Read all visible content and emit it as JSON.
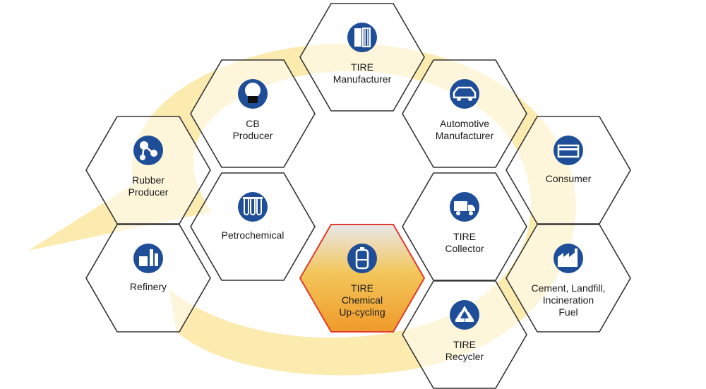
{
  "diagram": {
    "colors": {
      "icon_fill": "#1f4e99",
      "hex_stroke": "#333333",
      "swirl": "#fbe7a1",
      "highlight_top": "#e8e8ea",
      "highlight_mid": "#f2c65a",
      "highlight_bottom": "#f09a2a",
      "highlight_stroke": "#e23a2a"
    },
    "nodes": [
      {
        "id": "tire-manufacturer",
        "label": "TIRE\nManufacturer",
        "icon": "tire-manufacturer-icon"
      },
      {
        "id": "cb-producer",
        "label": "CB\nProducer",
        "icon": "carbon-black-icon"
      },
      {
        "id": "automotive-manufacturer",
        "label": "Automotive\nManufacturer",
        "icon": "car-icon"
      },
      {
        "id": "rubber-producer",
        "label": "Rubber\nProducer",
        "icon": "molecule-icon"
      },
      {
        "id": "consumer",
        "label": "Consumer",
        "icon": "credit-card-icon"
      },
      {
        "id": "petrochemical",
        "label": "Petrochemical",
        "icon": "test-tubes-icon"
      },
      {
        "id": "tire-collector",
        "label": "TIRE\nCollector",
        "icon": "truck-icon"
      },
      {
        "id": "refinery",
        "label": "Refinery",
        "icon": "refinery-icon"
      },
      {
        "id": "tire-chemical-upcycling",
        "label": "TIRE\nChemical\nUp-cycling",
        "icon": "reactor-icon",
        "highlight": true
      },
      {
        "id": "cement-landfill",
        "label": "Cement, Landfill,\nIncineration\nFuel",
        "icon": "factory-icon"
      },
      {
        "id": "tire-recycler",
        "label": "TIRE\nRecycler",
        "icon": "recycle-icon"
      }
    ]
  }
}
